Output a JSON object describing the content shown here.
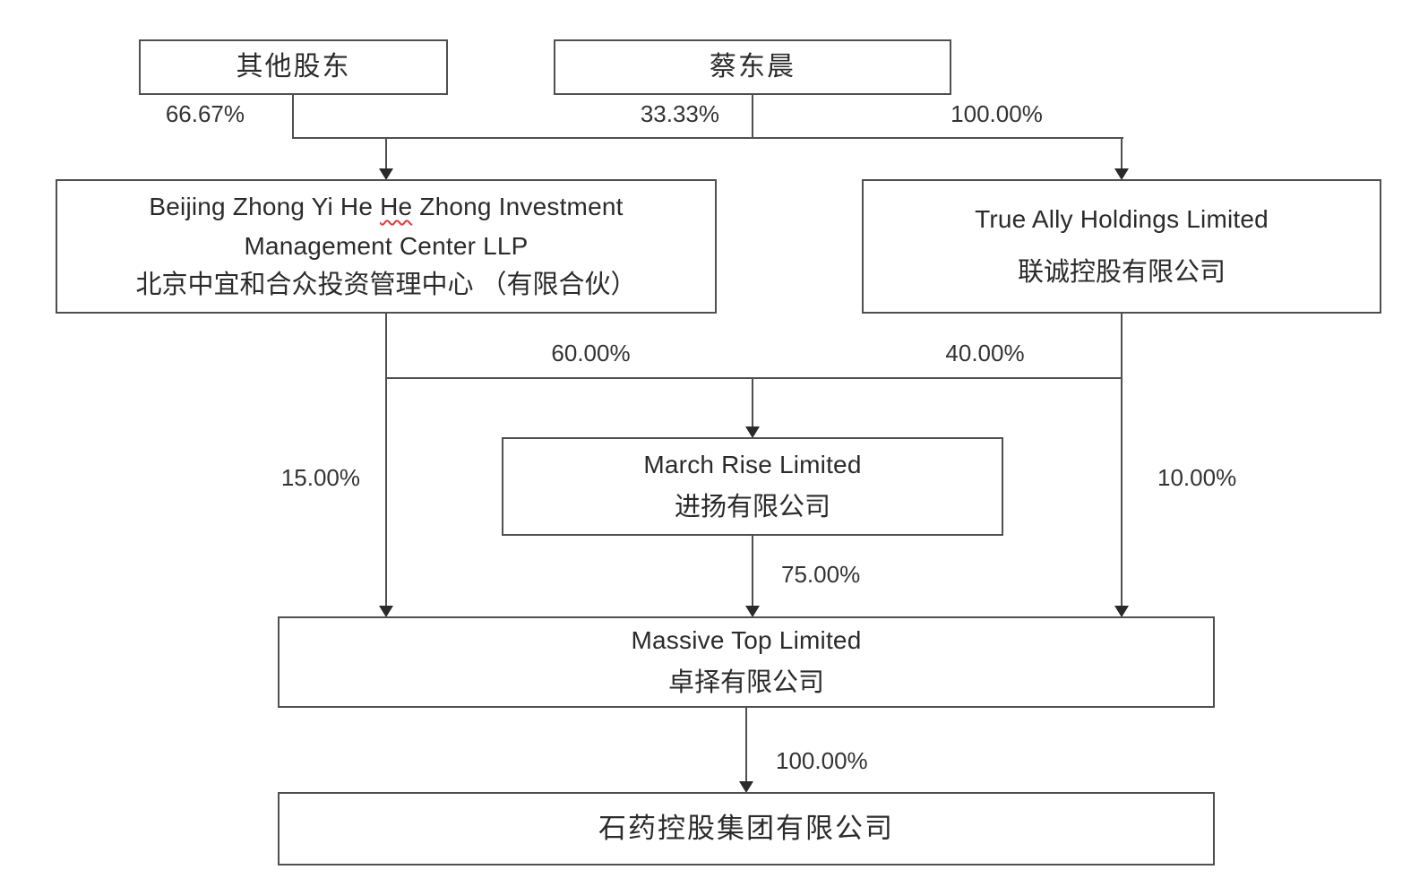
{
  "colors": {
    "line": "#4f4f4f",
    "text": "#2b2b2b",
    "spellcheck_underline": "#e03a3a",
    "background": "#ffffff"
  },
  "nodes": {
    "other_shareholders": {
      "name": "其他股东"
    },
    "cai_dongchen": {
      "name": "蔡东晨"
    },
    "beijing_center": {
      "name_en_line1_pre": "Beijing Zhong Yi He",
      "name_en_line1_flagged": "He",
      "name_en_line1_post": "Zhong Investment",
      "name_en_line2": "Management Center LLP",
      "name_cn": "北京中宜和合众投资管理中心 （有限合伙）"
    },
    "true_ally": {
      "name_en": "True Ally Holdings Limited",
      "name_cn": "联诚控股有限公司"
    },
    "march_rise": {
      "name_en": "March Rise Limited",
      "name_cn": "进扬有限公司"
    },
    "massive_top": {
      "name_en": "Massive Top Limited",
      "name_cn": "卓择有限公司"
    },
    "cspc_holding": {
      "name_cn": "石药控股集团有限公司"
    }
  },
  "edges": {
    "other_to_beijing": "66.67%",
    "cai_to_beijing": "33.33%",
    "cai_to_true_ally": "100.00%",
    "beijing_to_march": "60.00%",
    "true_ally_to_march": "40.00%",
    "beijing_to_massive": "15.00%",
    "march_to_massive": "75.00%",
    "true_ally_to_massive": "10.00%",
    "massive_to_cspc": "100.00%"
  }
}
